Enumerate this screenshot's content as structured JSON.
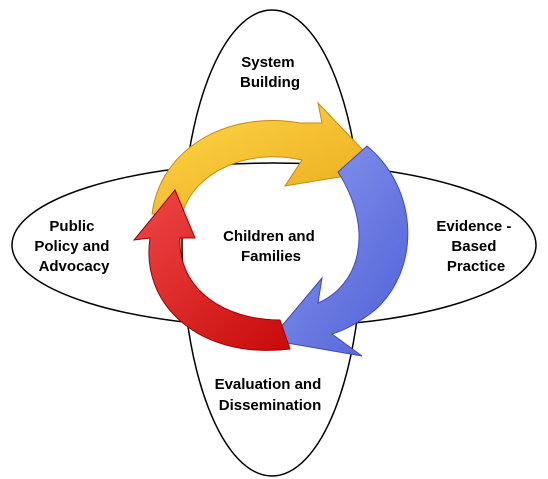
{
  "diagram": {
    "center_label": [
      "Children and",
      "Families"
    ],
    "top_label": [
      "System",
      "Building"
    ],
    "right_label": [
      "Evidence -",
      "Based",
      "Practice"
    ],
    "bottom_label": [
      "Evaluation and",
      "Dissemination"
    ],
    "left_label": [
      "Public",
      "Policy and",
      "Advocacy"
    ]
  },
  "colors": {
    "ellipse_stroke": "#000000",
    "arrow_yellow": "#F2C12E",
    "arrow_blue": "#6F7FE6",
    "arrow_red": "#EE1C1C"
  }
}
